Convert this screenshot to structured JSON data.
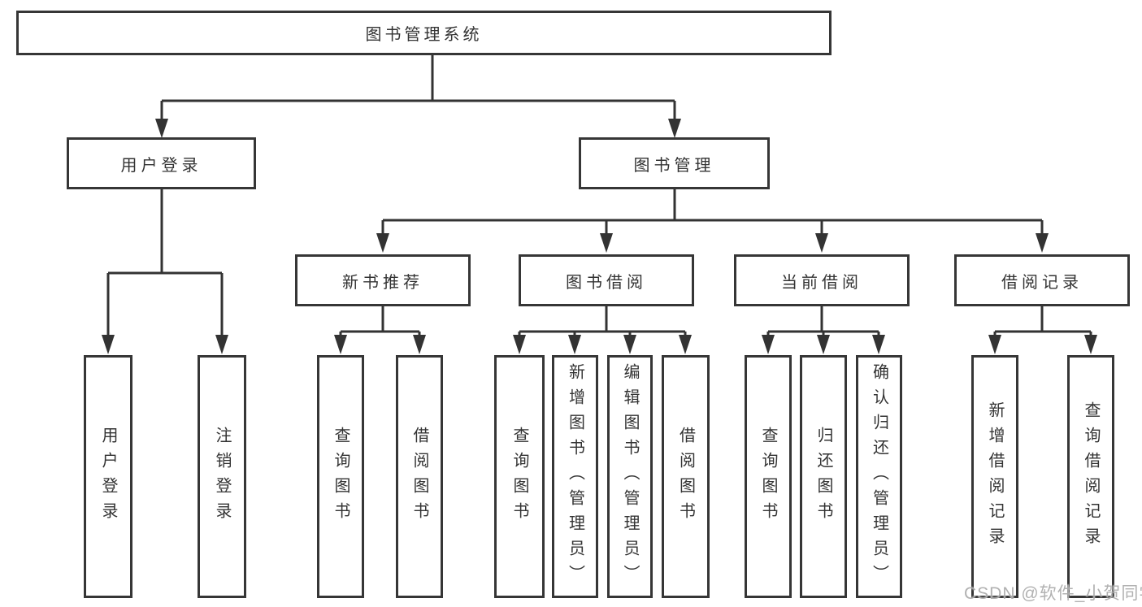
{
  "colors": {
    "line": "#333333",
    "box_border": "#363636",
    "text": "#333333",
    "background": "#ffffff",
    "watermark": "#a8a8a8"
  },
  "nodes": {
    "root": "图书管理系统",
    "user_login": "用户登录",
    "book_management": "图书管理",
    "new_book_recommend": "新书推荐",
    "book_borrow": "图书借阅",
    "current_borrow": "当前借阅",
    "borrow_record": "借阅记录",
    "leaf_user_login": "用户登录",
    "leaf_logout_login": "注销登录",
    "leaf_nbr_query_book": "查询图书",
    "leaf_nbr_borrow_book": "借阅图书",
    "leaf_bb_query_book": "查询图书",
    "leaf_bb_add_book": "新增图书（管理员）",
    "leaf_bb_edit_book": "编辑图书（管理员）",
    "leaf_bb_borrow_book": "借阅图书",
    "leaf_cb_query_book": "查询图书",
    "leaf_cb_return_book": "归还图书",
    "leaf_cb_confirm_return": "确认归还（管理员）",
    "leaf_br_add_record": "新增借阅记录",
    "leaf_br_query_record": "查询借阅记录"
  },
  "watermark": "CSDN @软件_小贺同学"
}
